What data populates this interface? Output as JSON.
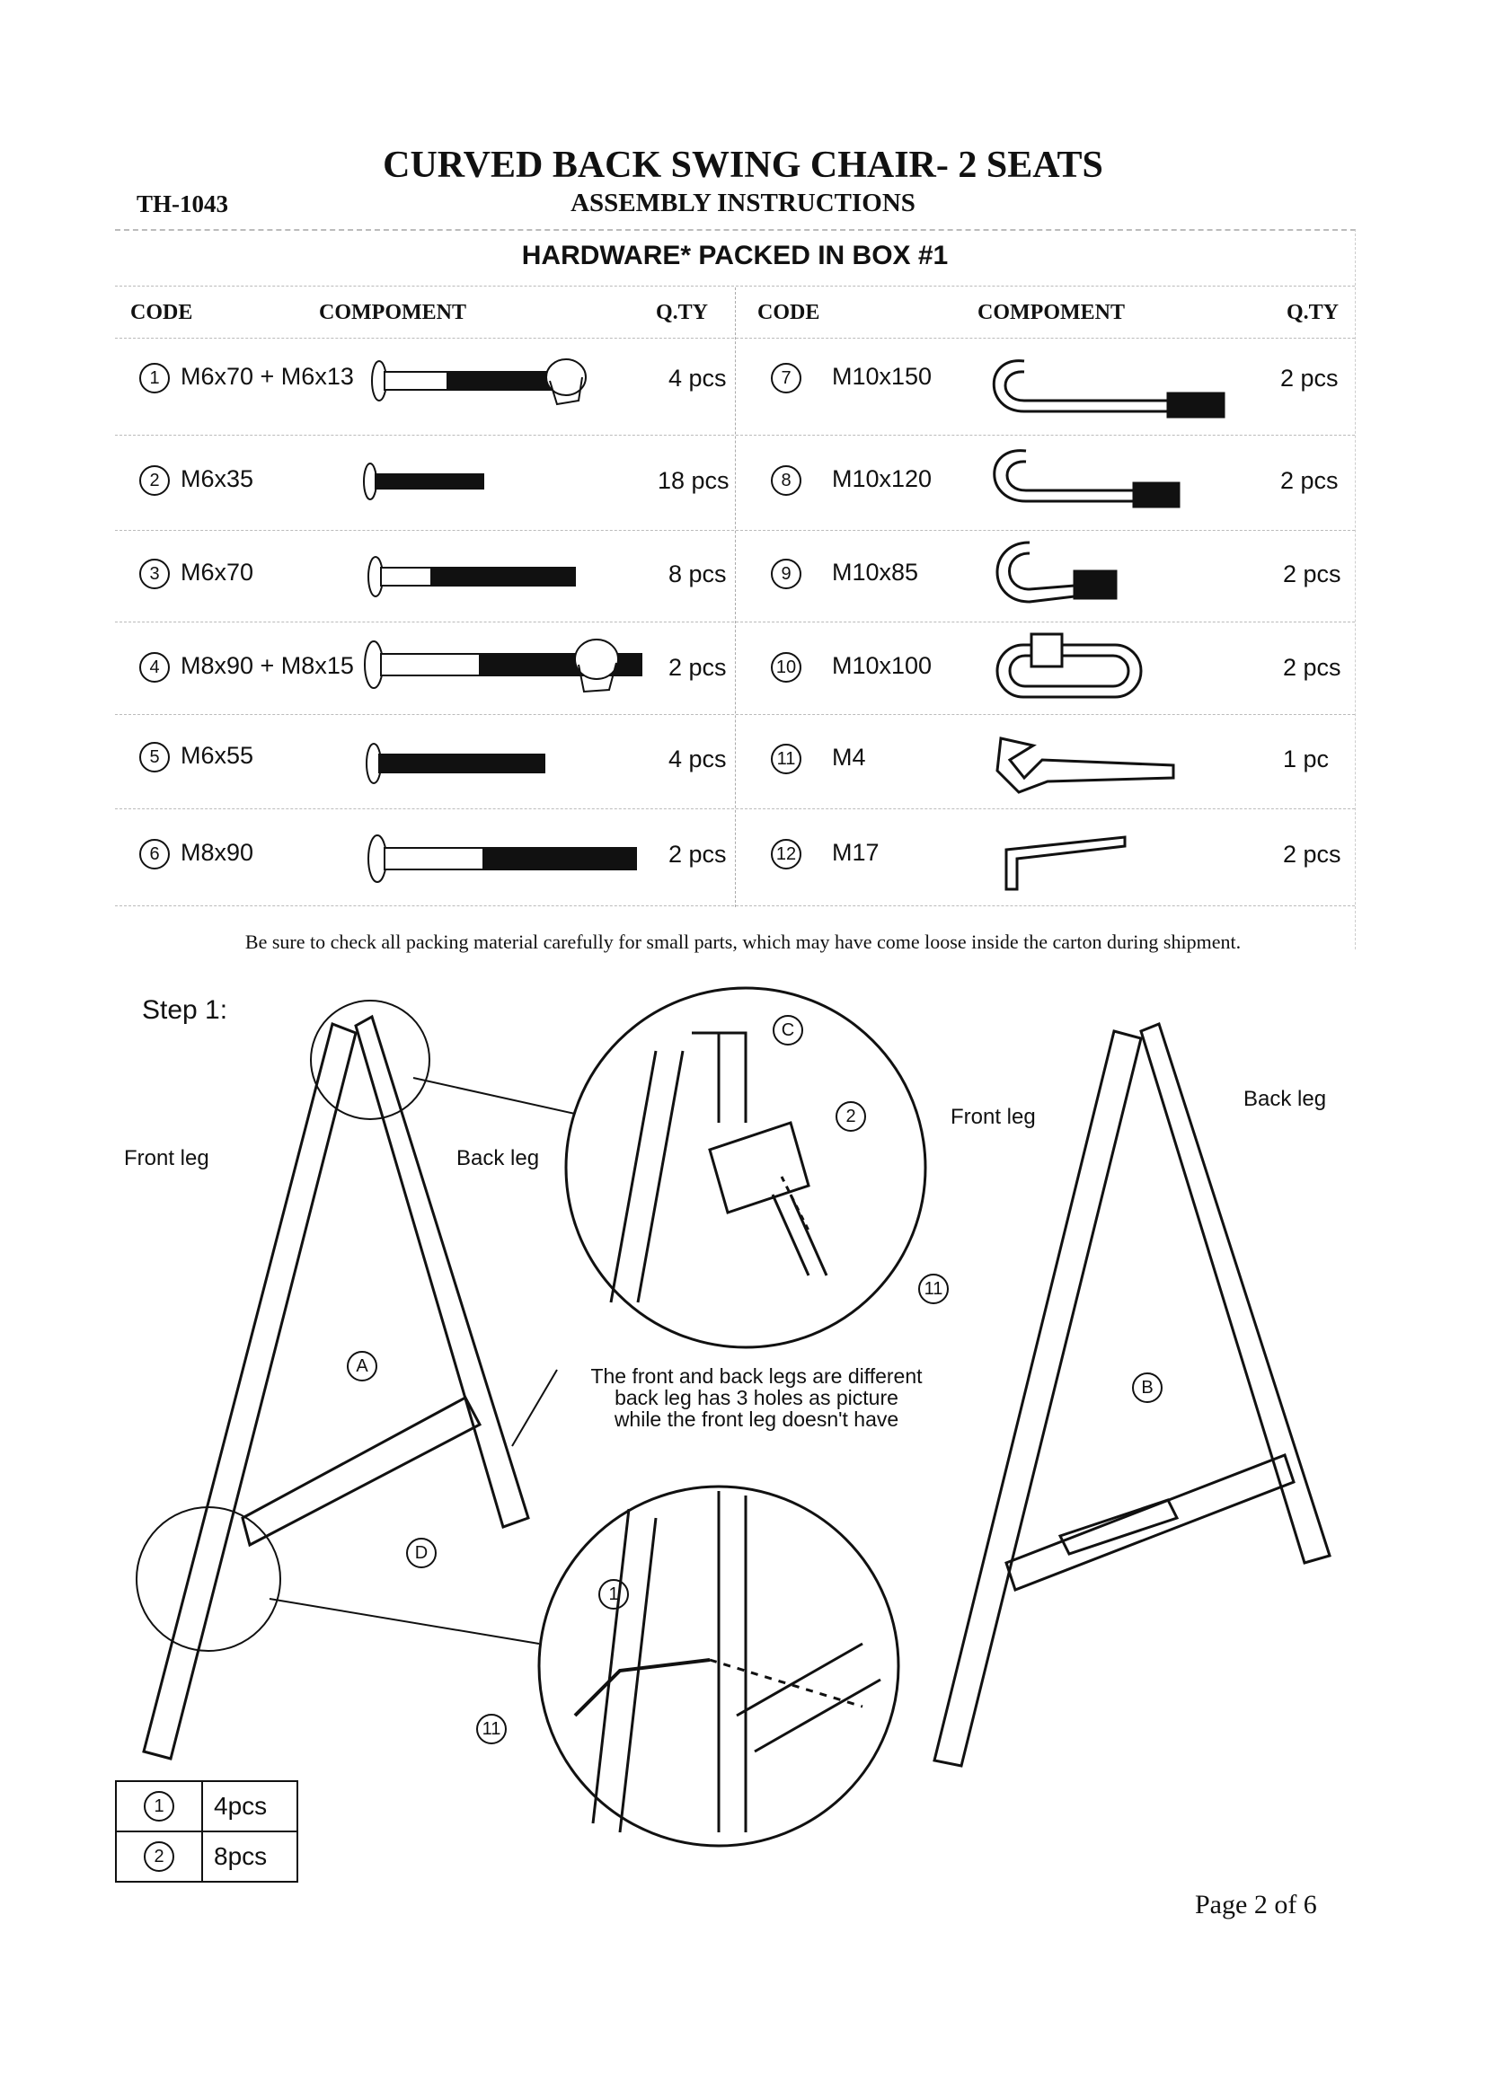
{
  "header": {
    "title": "CURVED BACK SWING CHAIR- 2 SEATS",
    "model": "TH-1043",
    "subtitle": "ASSEMBLY INSTRUCTIONS"
  },
  "hardware": {
    "title": "HARDWARE* PACKED IN BOX #1",
    "columns": {
      "code": "CODE",
      "component": "COMPOMENT",
      "qty": "Q.TY"
    },
    "left": [
      {
        "num": "1",
        "code": "M6x70 + M6x13",
        "qty": "4 pcs",
        "icon": "bolt-with-barrel-nut-icon"
      },
      {
        "num": "2",
        "code": "M6x35",
        "qty": "18 pcs",
        "icon": "short-bolt-icon"
      },
      {
        "num": "3",
        "code": "M6x70",
        "qty": "8 pcs",
        "icon": "medium-bolt-icon"
      },
      {
        "num": "4",
        "code": "M8x90 + M8x15",
        "qty": "2 pcs",
        "icon": "long-bolt-with-barrel-nut-icon"
      },
      {
        "num": "5",
        "code": "M6x55",
        "qty": "4 pcs",
        "icon": "bolt-icon"
      },
      {
        "num": "6",
        "code": "M8x90",
        "qty": "2 pcs",
        "icon": "long-bolt-icon"
      }
    ],
    "right": [
      {
        "num": "7",
        "code": "M10x150",
        "qty": "2 pcs",
        "icon": "long-hook-bolt-icon"
      },
      {
        "num": "8",
        "code": "M10x120",
        "qty": "2 pcs",
        "icon": "hook-bolt-icon"
      },
      {
        "num": "9",
        "code": "M10x85",
        "qty": "2 pcs",
        "icon": "short-hook-bolt-icon"
      },
      {
        "num": "10",
        "code": "M10x100",
        "qty": "2 pcs",
        "icon": "quick-link-icon"
      },
      {
        "num": "11",
        "code": "M4",
        "qty": "1 pc",
        "icon": "wrench-icon"
      },
      {
        "num": "12",
        "code": "M17",
        "qty": "2 pcs",
        "icon": "allen-key-icon"
      }
    ],
    "note": "Be sure to check all packing material carefully for small parts, which may have come loose inside the carton during shipment."
  },
  "step": {
    "label": "Step 1:",
    "labels": {
      "front_leg": "Front leg",
      "back_leg": "Back leg",
      "front_leg_right": "Front leg",
      "back_leg_right": "Back leg",
      "A": "A",
      "B": "B",
      "C": "C",
      "D": "D",
      "two": "2",
      "eleven_top": "11",
      "one": "1",
      "eleven_bottom": "11"
    },
    "note_lines": [
      "The front and back legs are different",
      "back leg has 3 holes as picture",
      "while the front leg doesn't have"
    ],
    "parts": [
      {
        "num": "1",
        "qty": "4pcs"
      },
      {
        "num": "2",
        "qty": "8pcs"
      }
    ]
  },
  "footer": {
    "page": "Page 2 of 6"
  }
}
